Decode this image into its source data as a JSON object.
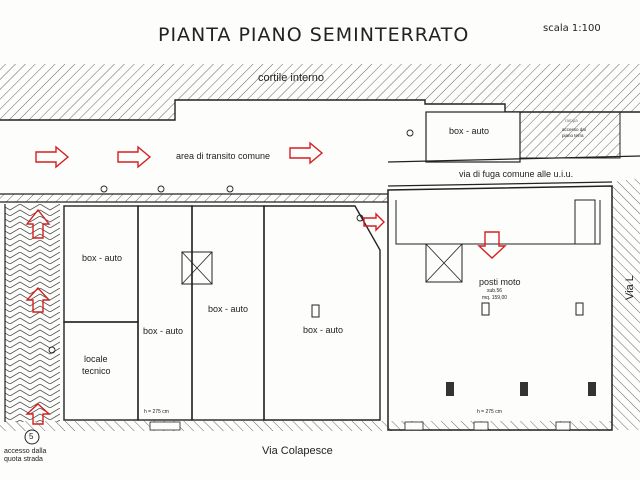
{
  "title": "PIANTA PIANO SEMINTERRATO",
  "scale": "scala 1:100",
  "streets": {
    "courtyard": "cortile interno",
    "bottom": "Via Colapesce",
    "right": "Via L"
  },
  "areas": {
    "transit": "area di transito comune",
    "escape_route": "via di fuga comune alle u.i.u.",
    "box_top_right": "box - auto",
    "box_left": "box - auto",
    "box_mid_left": "box - auto",
    "box_mid": "box - auto",
    "box_large": "box - auto",
    "technical_room_line1": "locale",
    "technical_room_line2": "tecnico",
    "moto_spaces": "posti moto",
    "moto_sub": "sub.56",
    "moto_area": "mq. 159,00",
    "access_piano_terra_line1": "accesso dal",
    "access_piano_terra_line2": "piano terra",
    "ramp_faint": "rampa"
  },
  "heights": {
    "left": "h = 275 cm",
    "right": "h = 275 cm"
  },
  "access": {
    "number": "5",
    "line1": "accesso dalla",
    "line2": "quota strada"
  },
  "colors": {
    "wall": "#222222",
    "hatch": "#555555",
    "arrow": "#d42020"
  }
}
